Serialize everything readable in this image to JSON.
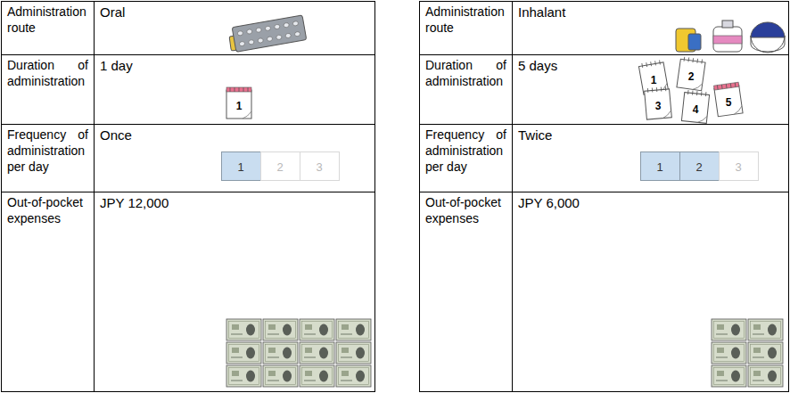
{
  "diagram": {
    "labels": [
      "Administration route",
      "Oral",
      "Duration of administration",
      "1 day",
      "1",
      "Frequency of administration per day",
      "Once",
      "1",
      "2",
      "3",
      "Out-of-pocket expenses",
      "JPY 12,000",
      "Administration route",
      "Inhalant",
      "Duration of administration",
      "5 days",
      "1",
      "2",
      "3",
      "4",
      "5",
      "Frequency of administration per day",
      "Twice",
      "1",
      "2",
      "3",
      "Out-of-pocket expenses",
      "JPY 6,000"
    ]
  }
}
